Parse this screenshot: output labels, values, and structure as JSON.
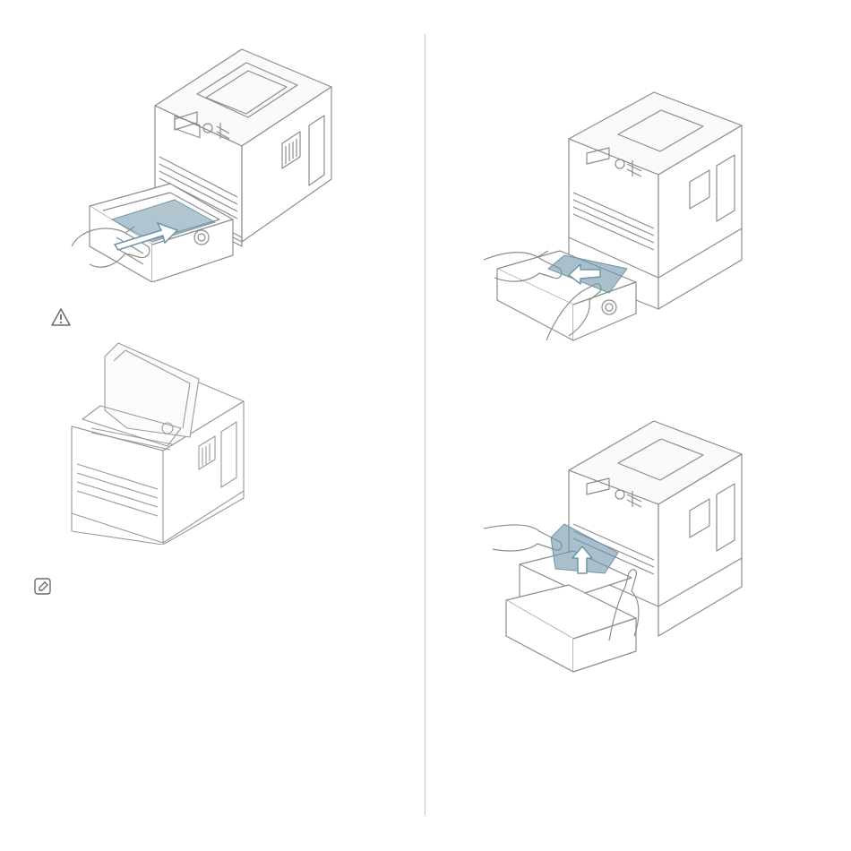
{
  "page": {
    "background": "#ffffff",
    "line_color": "#8c8c8c",
    "paper_color": "#6f95a8",
    "divider_color": "#c8c8c8"
  },
  "left_column": {
    "figure_1": {
      "icon": "printer-tray-insert-illustration",
      "arrow_direction": "in"
    },
    "caution": {
      "icon": "caution-triangle-icon"
    },
    "figure_2": {
      "icon": "printer-top-cover-open-illustration"
    },
    "note": {
      "icon": "note-pencil-icon"
    }
  },
  "right_column": {
    "figure_3": {
      "icon": "printer-jam-tray-removal-illustration",
      "arrow_direction": "left"
    },
    "figure_4": {
      "icon": "printer-jam-upward-removal-illustration",
      "arrow_direction": "up"
    }
  }
}
